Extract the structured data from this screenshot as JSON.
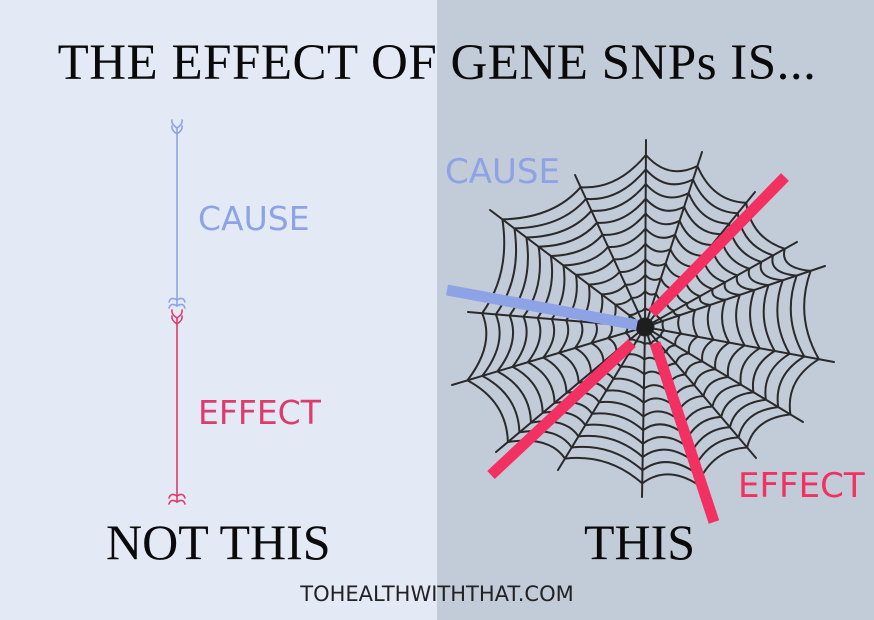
{
  "title": "THE EFFECT OF GENE SNPs IS...",
  "left_panel": {
    "cause_label": "CAUSE",
    "effect_label": "EFFECT",
    "caption": "NOT THIS"
  },
  "right_panel": {
    "cause_label": "CAUSE",
    "effect_label": "EFFECT",
    "caption": "THIS"
  },
  "footer": "TOHEALTHWITHTHAT.COM",
  "colors": {
    "left_background": "#e3eaf6",
    "right_background": "#c2cbd8",
    "cause": "#8ea3e6",
    "effect": "#f23061",
    "web": "#2a2a2a"
  }
}
